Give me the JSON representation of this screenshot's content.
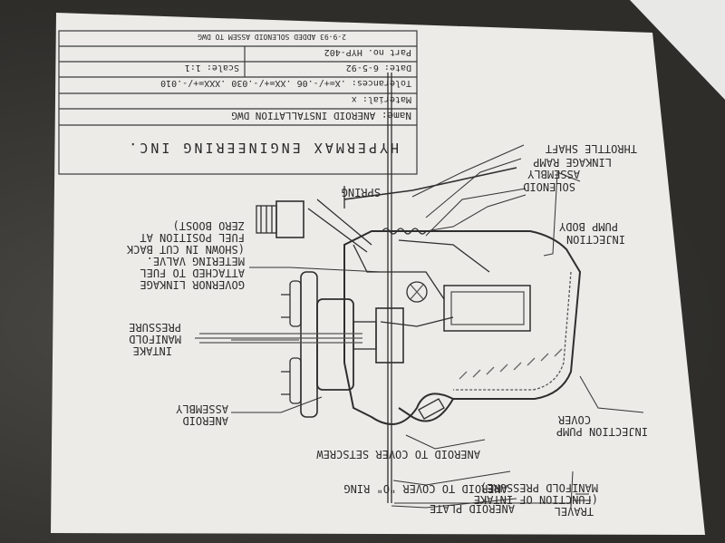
{
  "revision_note": "2-9-93  ADDED SOLENOID ASSEM TO DWG",
  "title_block": {
    "company": "HYPERMAX ENGINEERING INC.",
    "name": "Name: ANEROID INSTALLATION DWG",
    "material": "Material: x",
    "tolerances": "Tolerances: .X=+/-.06  .XX=+/-.030  .XXX=+/-.010",
    "date": "Date: 6-5-92",
    "scale": "Scale: 1:1",
    "part_no": "Part no. HYP-402"
  },
  "labels": {
    "throttle_shaft": "THROTTLE SHAFT",
    "linkage_ramp": "LINKAGE RAMP",
    "solenoid_1": "SOLENOID",
    "solenoid_2": "ASSEMBLY",
    "spring": "SPRING",
    "injection_body_1": "INJECTION",
    "injection_body_2": "PUMP BODY",
    "governor_1": "GOVERNOR LINKAGE",
    "governor_2": "ATTACHED TO FUEL",
    "governor_3": "METERING VALVE.",
    "governor_4": "(SHOWN IN CUT BACK",
    "governor_5": "FUEL POSITION AT",
    "governor_6": "ZERO BOOST)",
    "intake_1": "INTAKE",
    "intake_2": "MANIFOLD",
    "intake_3": "PRESSURE",
    "aneroid_assy_1": "ANEROID",
    "aneroid_assy_2": "ASSEMBLY",
    "cover_1": "INJECTION PUMP",
    "cover_2": "COVER",
    "setscrew": "ANEROID TO COVER SETSCREW",
    "oring": "ANEROID TO COVER \"O\" RING",
    "plate": "ANEROID PLATE",
    "travel_1": "TRAVEL",
    "travel_2": "(FUNCTION OF INTAKE",
    "travel_3": "MANIFOLD PRESSURE)"
  }
}
